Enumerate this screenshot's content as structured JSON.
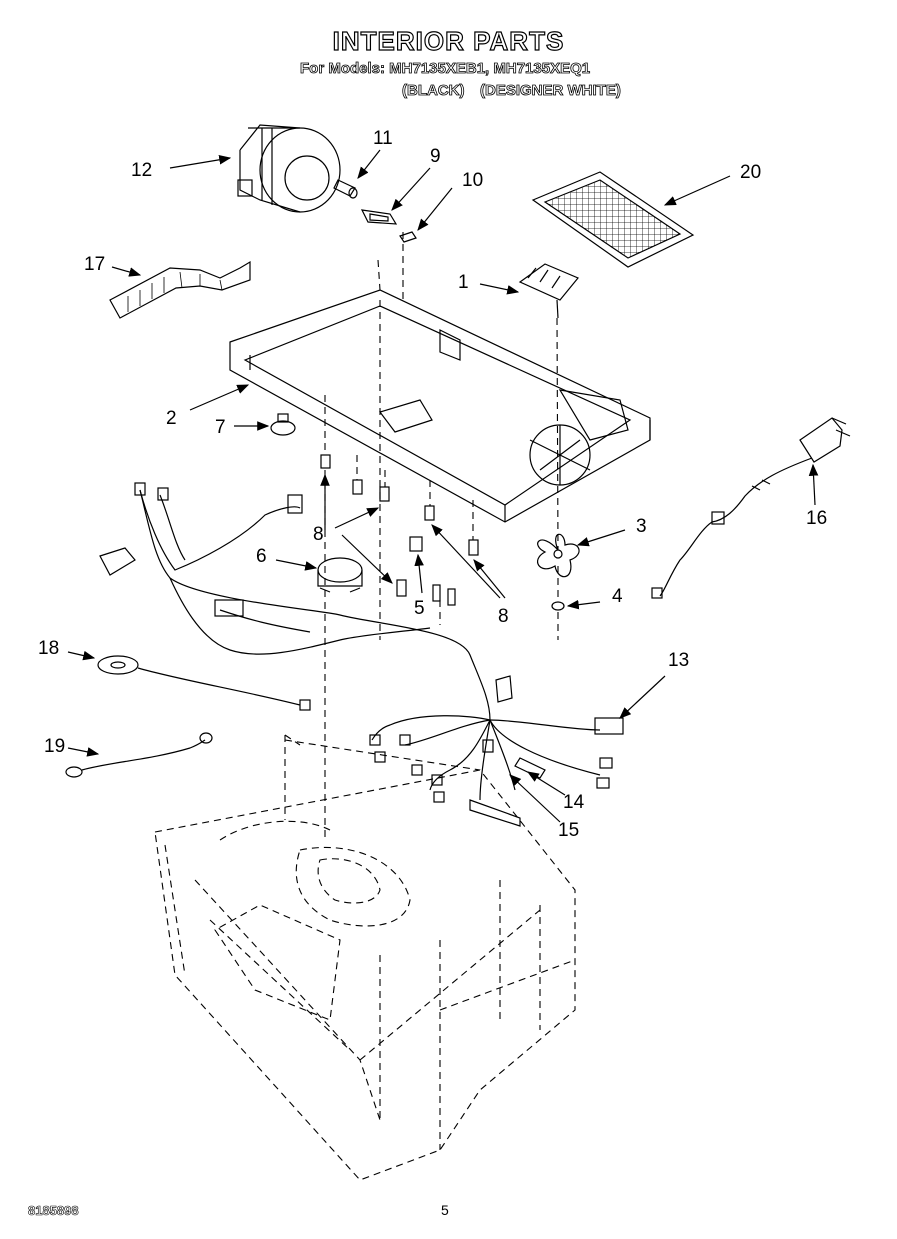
{
  "header": {
    "title": "INTERIOR PARTS",
    "models_line": "For Models: MH7135XEB1, MH7135XEQ1",
    "black": "(BLACK)",
    "designer_white": "(DESIGNER WHITE)"
  },
  "callouts": {
    "n1": "1",
    "n2": "2",
    "n3": "3",
    "n4": "4",
    "n5": "5",
    "n6": "6",
    "n7": "7",
    "n8a": "8",
    "n8b": "8",
    "n9": "9",
    "n10": "10",
    "n11": "11",
    "n12": "12",
    "n13": "13",
    "n14": "14",
    "n15": "15",
    "n16": "16",
    "n17": "17",
    "n18": "18",
    "n19": "19",
    "n20": "20"
  },
  "footer": {
    "doc_number": "8185898",
    "page_number": "5"
  }
}
